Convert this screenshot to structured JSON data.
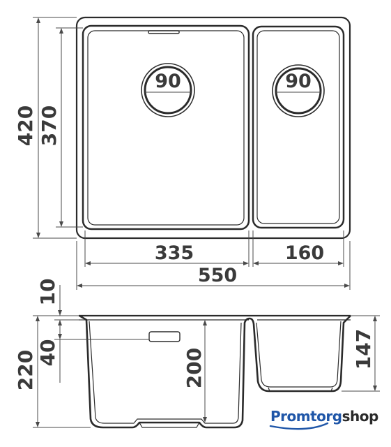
{
  "colors": {
    "line": "#2b2b2b",
    "dimension": "#4a4a4a",
    "brand_blue": "#1f56a8",
    "brand_dark": "#2a2a2a"
  },
  "top_view": {
    "overall_width": "550",
    "overall_depth": "420",
    "bowl_depth": "370",
    "left_bowl_width": "335",
    "right_bowl_width": "160",
    "left_drain_diameter": "90",
    "right_drain_diameter": "90"
  },
  "side_view": {
    "rim_thickness": "10",
    "overflow_height": "40",
    "total_height": "220",
    "left_bowl_depth": "200",
    "right_bowl_depth": "147"
  },
  "brand": {
    "part1": "Promtorg",
    "part2": "shop"
  }
}
